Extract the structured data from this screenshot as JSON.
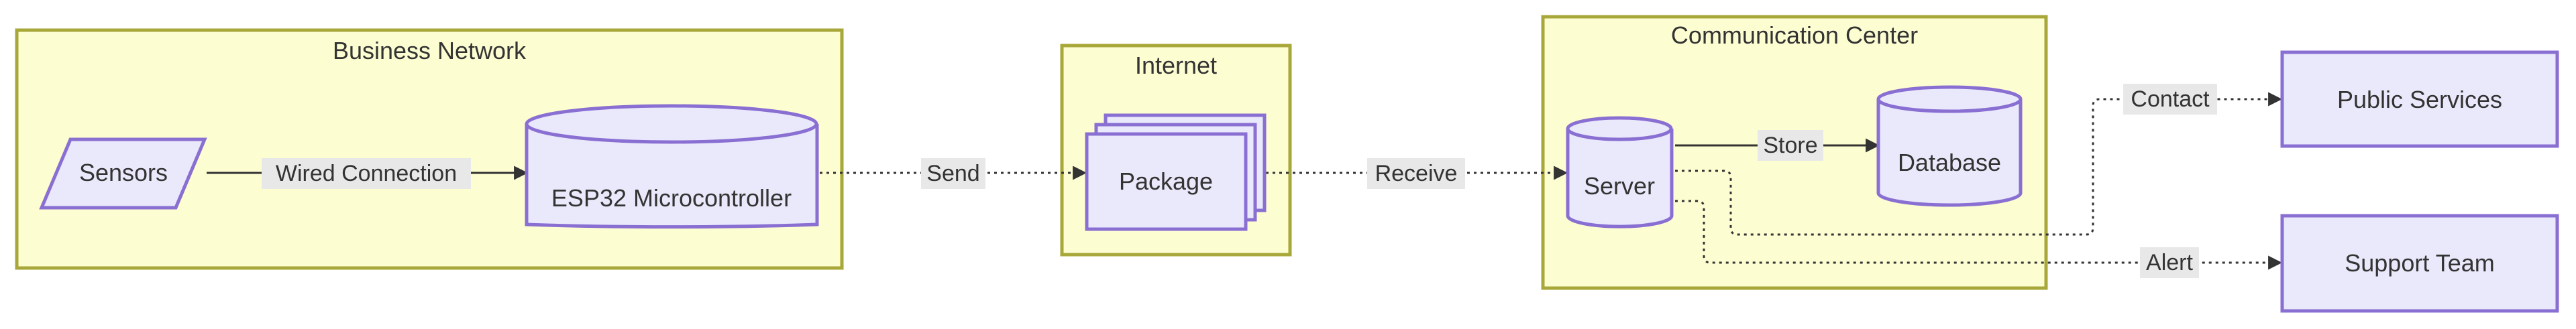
{
  "groups": {
    "business": "Business Network",
    "internet": "Internet",
    "comm": "Communication Center"
  },
  "nodes": {
    "sensors": "Sensors",
    "esp32": "ESP32 Microcontroller",
    "package": "Package",
    "server": "Server",
    "database": "Database",
    "public": "Public Services",
    "support": "Support Team"
  },
  "edges": {
    "wired": "Wired Connection",
    "send": "Send",
    "receive": "Receive",
    "store": "Store",
    "contact": "Contact",
    "alert": "Alert"
  },
  "colors": {
    "group_fill": "#fdfdd2",
    "group_stroke": "#a8a83a",
    "node_fill": "#e9e9fb",
    "node_stroke": "#8a6fd3",
    "edge": "#333333"
  }
}
